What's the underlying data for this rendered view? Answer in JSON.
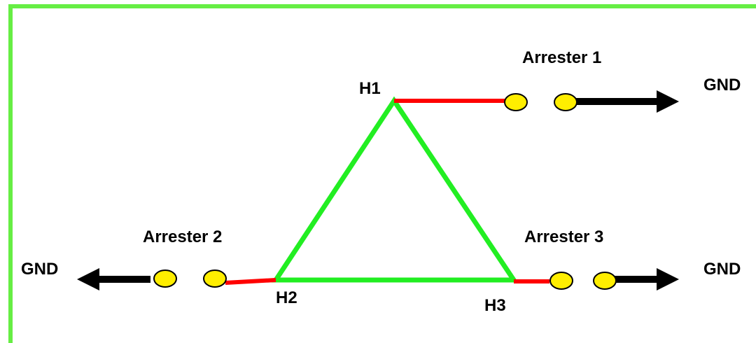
{
  "colors": {
    "frame": "#66ee44",
    "delta": "#22ee22",
    "lead": "#ff0000",
    "ground_arrow": "#000000",
    "terminal_fill": "#ffee00",
    "terminal_stroke": "#000000"
  },
  "nodes": {
    "h1": "H1",
    "h2": "H2",
    "h3": "H3"
  },
  "arresters": {
    "a1": "Arrester 1",
    "a2": "Arrester 2",
    "a3": "Arrester 3"
  },
  "grounds": {
    "g1": "GND",
    "g2": "GND",
    "g3": "GND"
  },
  "icons": {
    "terminal": "terminal-icon",
    "ground_arrow": "ground-arrow-icon"
  }
}
